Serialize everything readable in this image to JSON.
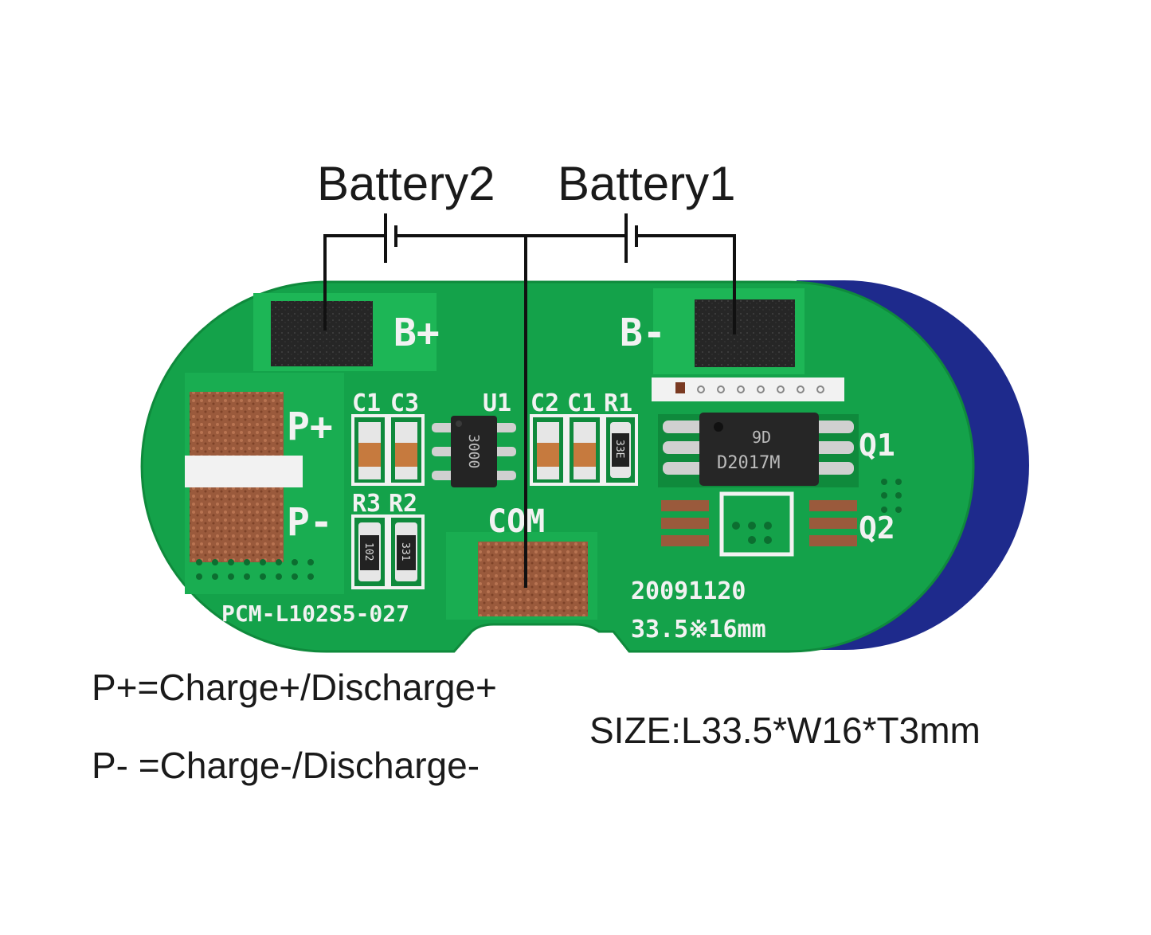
{
  "battery_labels": {
    "battery2": "Battery2",
    "battery1": "Battery1"
  },
  "pads": {
    "b_plus": "B+",
    "b_minus": "B-",
    "p_plus": "P+",
    "p_minus": "P-",
    "com": "COM"
  },
  "components": {
    "c1_left": "C1",
    "c3": "C3",
    "u1": "U1",
    "c2": "C2",
    "c1_right": "C1",
    "r1": "R1",
    "r3": "R3",
    "r2": "R2",
    "q1": "Q1",
    "q2": "Q2",
    "ic_u1_marking": "3000",
    "ic_q1_marking_top": "9D",
    "ic_q1_marking_bottom": "D2017M",
    "r1_code": "33E",
    "r3_code": "102",
    "r2_code": "331"
  },
  "board_text": {
    "model": "PCM-L102S5-027",
    "date": "20091120",
    "dimensions": "33.5※16mm"
  },
  "legend": {
    "p_plus_def": "P+=Charge+/Discharge+",
    "p_minus_def": "P- =Charge-/Discharge-",
    "size": "SIZE:L33.5*W16*T3mm"
  },
  "colors": {
    "pcb_green": "#14a24a",
    "pad_dark": "#262626",
    "copper": "#9a5a3c",
    "silk_white": "#f2f2f2"
  }
}
